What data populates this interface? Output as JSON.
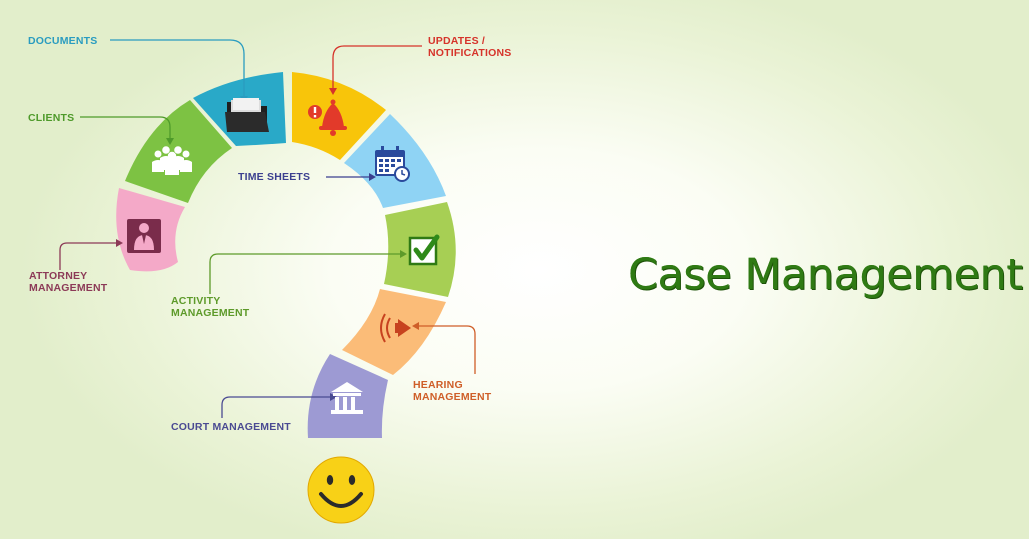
{
  "title": "Case Management",
  "colors": {
    "attorney": "#f4a9c8",
    "clients": "#7dc243",
    "documents": "#29a9c8",
    "updates": "#f8c50a",
    "time_sheets": "#8fd3f4",
    "activity": "#a7cf54",
    "hearing": "#fbbc78",
    "court": "#9d9ad3",
    "smiley": "#f8d117",
    "title_green": "#2f7a14"
  },
  "segments": [
    {
      "key": "attorney",
      "icon": "attorney-person-icon"
    },
    {
      "key": "clients",
      "icon": "people-group-icon"
    },
    {
      "key": "documents",
      "icon": "folder-documents-icon"
    },
    {
      "key": "updates",
      "icon": "bell-alert-icon"
    },
    {
      "key": "time_sheets",
      "icon": "calendar-clock-icon"
    },
    {
      "key": "activity",
      "icon": "checkbox-check-icon"
    },
    {
      "key": "hearing",
      "icon": "speaker-hearing-icon"
    },
    {
      "key": "court",
      "icon": "courthouse-icon"
    }
  ],
  "labels": {
    "documents": [
      "DOCUMENTS"
    ],
    "updates": [
      "UPDATES /",
      "NOTIFICATIONS"
    ],
    "clients": [
      "CLIENTS"
    ],
    "time_sheets": [
      "TIME SHEETS"
    ],
    "attorney": [
      "ATTORNEY",
      "MANAGEMENT"
    ],
    "activity": [
      "ACTIVITY",
      "MANAGEMENT"
    ],
    "hearing": [
      "HEARING",
      "MANAGEMENT"
    ],
    "court": [
      "COURT MANAGEMENT"
    ]
  },
  "label_colors": {
    "documents": "#2a9cc0",
    "updates": "#d6332a",
    "clients": "#4e9a2a",
    "time_sheets": "#3b3f8f",
    "attorney": "#8c3a57",
    "activity": "#5d9a2a",
    "hearing": "#cf5e28",
    "court": "#4a4a92"
  },
  "smiley_icon": "smiley-face-icon"
}
